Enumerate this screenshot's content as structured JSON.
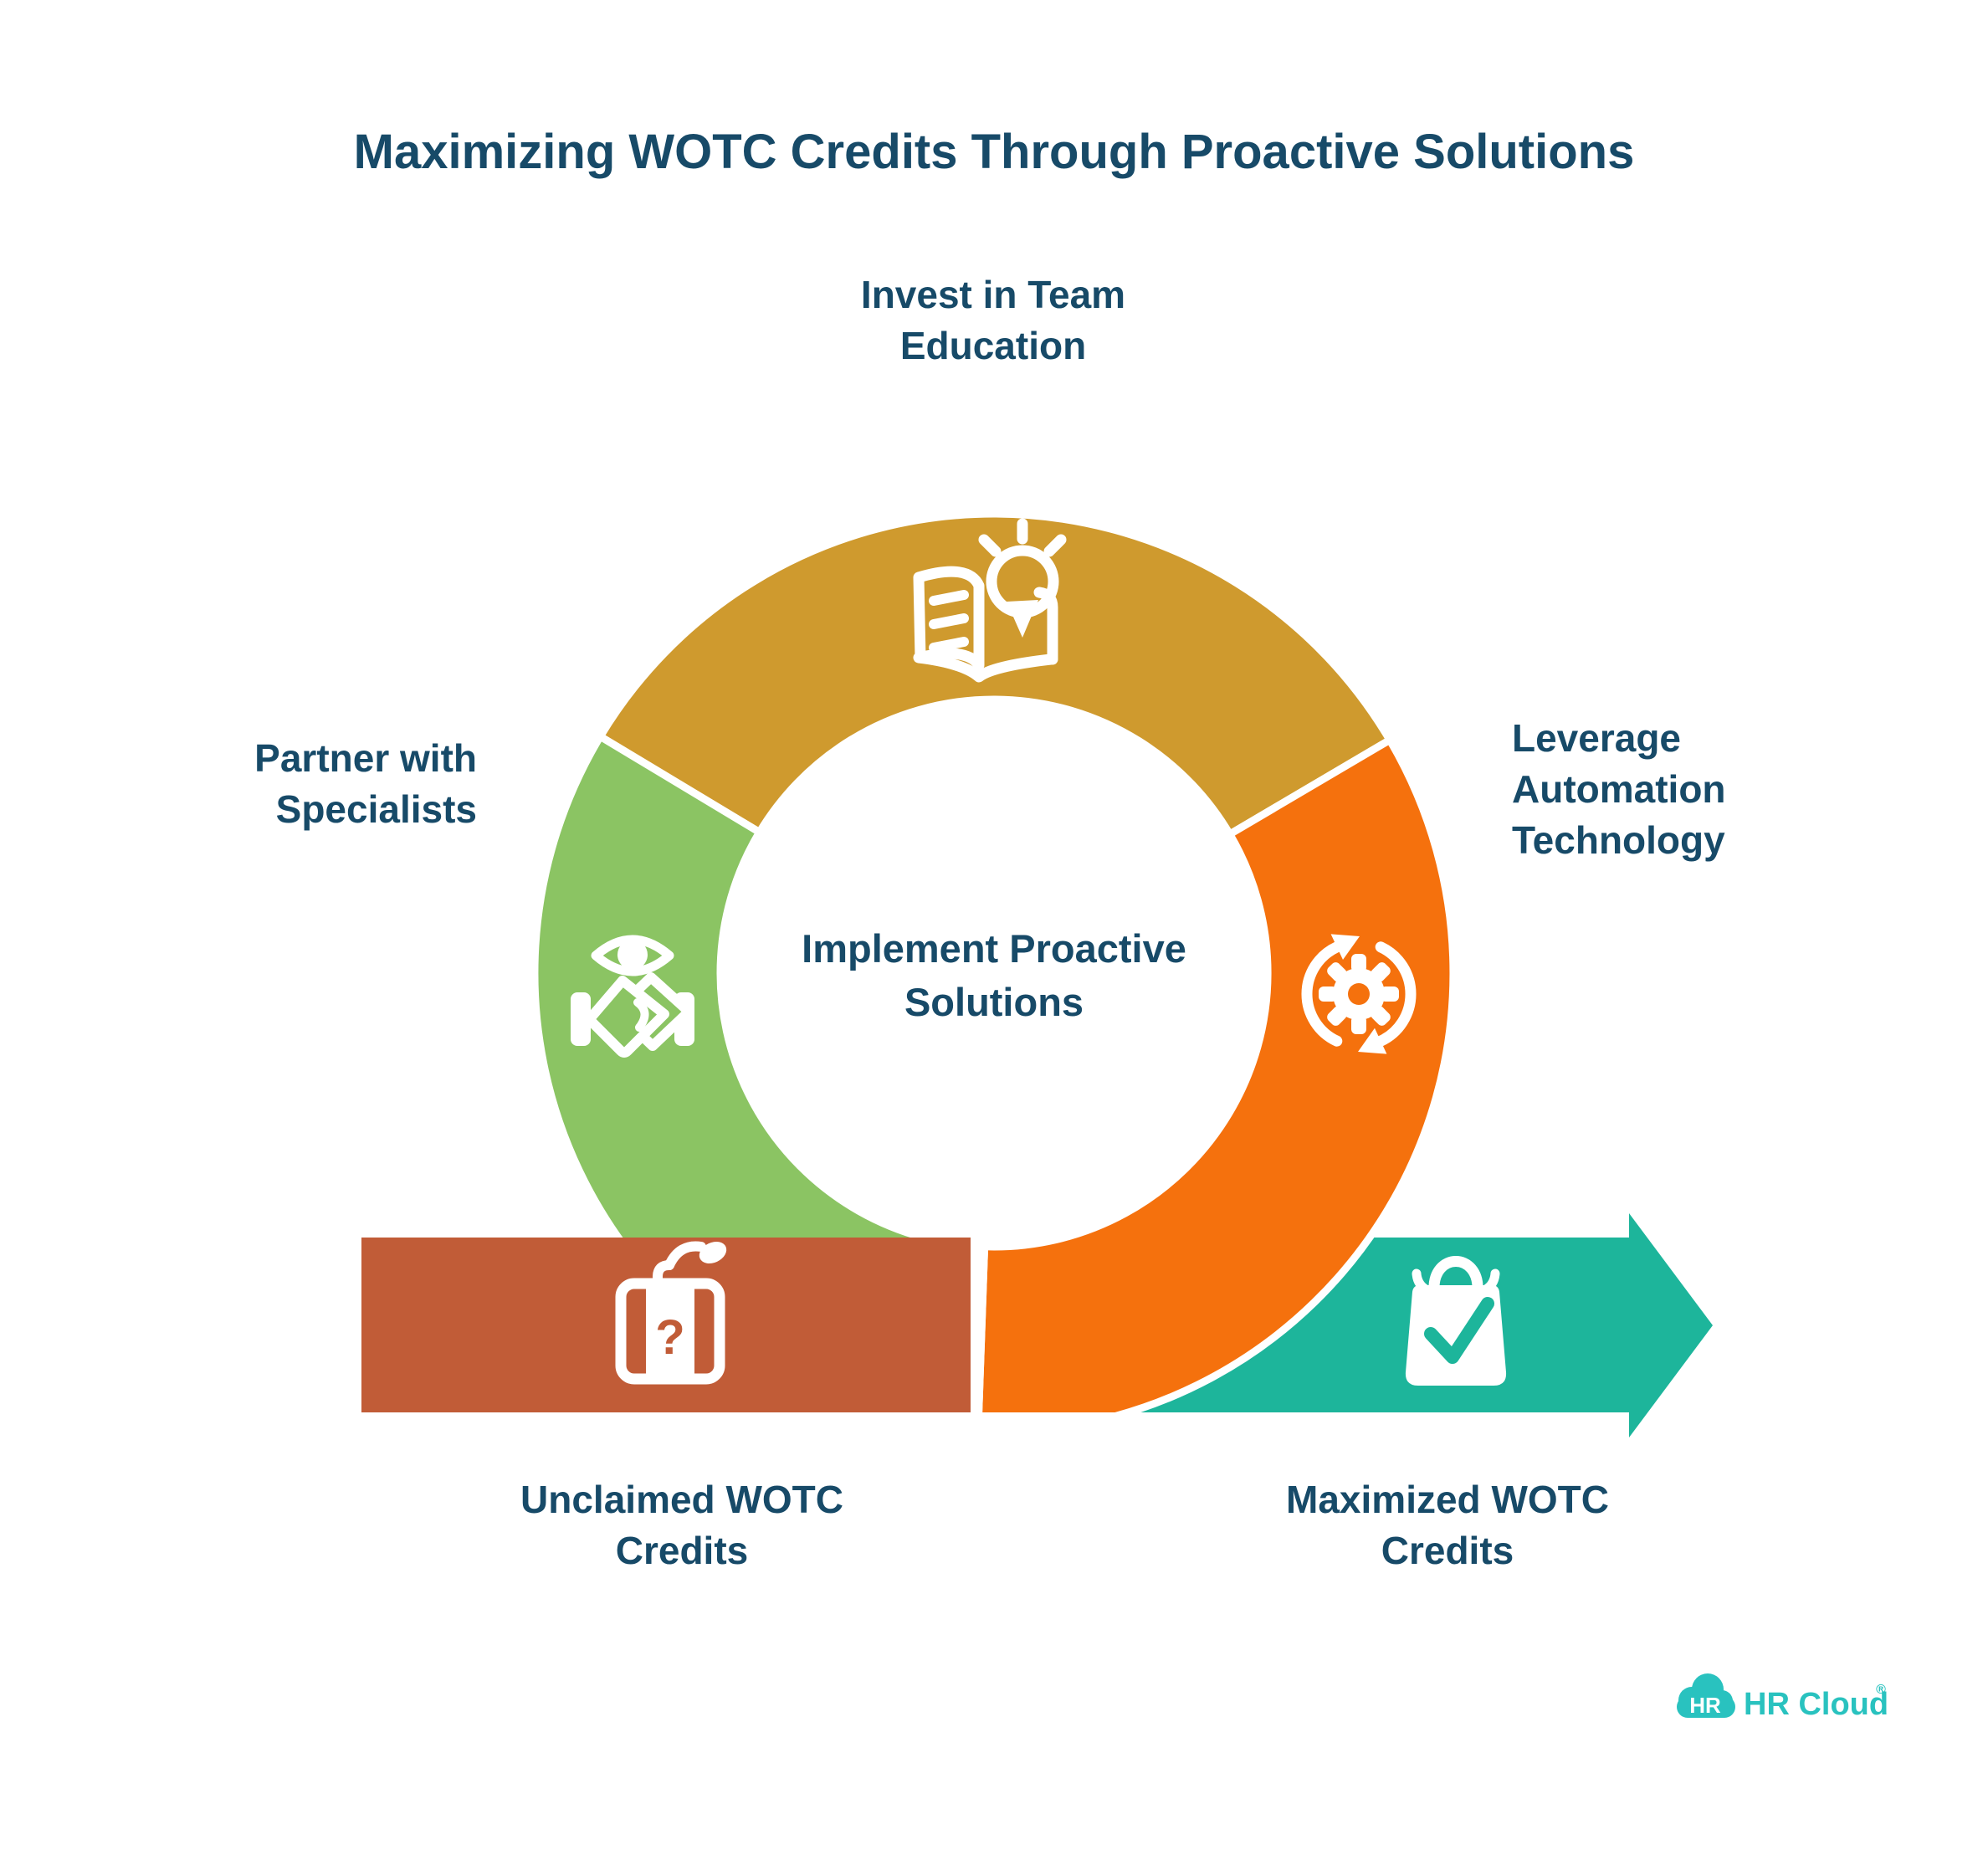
{
  "title": "Maximizing WOTC Credits Through Proactive Solutions",
  "colors": {
    "navy": "#174A68",
    "gold": "#CF9A2E",
    "green": "#8BC463",
    "orange": "#F5710D",
    "brick": "#C15C37",
    "teal": "#1DB59B",
    "logo_teal": "#29C2BF",
    "white": "#FFFFFF"
  },
  "ring": {
    "center_label": "Implement Proactive Solutions",
    "segments": [
      {
        "id": "education",
        "label": "Invest in Team Education",
        "color": "#CF9A2E",
        "icon": "book-lightbulb-icon"
      },
      {
        "id": "specialists",
        "label": "Partner with Specialists",
        "color": "#8BC463",
        "icon": "handshake-eye-icon"
      },
      {
        "id": "automation",
        "label": "Leverage Automation Technology",
        "color": "#F5710D",
        "icon": "gear-sync-icon"
      }
    ]
  },
  "flow": {
    "start": {
      "label": "Unclaimed WOTC Credits",
      "color": "#C15C37",
      "icon": "briefcase-question-icon",
      "glyph": "?"
    },
    "end": {
      "label": "Maximized WOTC Credits",
      "color": "#1DB59B",
      "icon": "bag-check-icon"
    }
  },
  "logo": {
    "badge": "HR",
    "name": "HR Cloud",
    "reg": "®"
  }
}
